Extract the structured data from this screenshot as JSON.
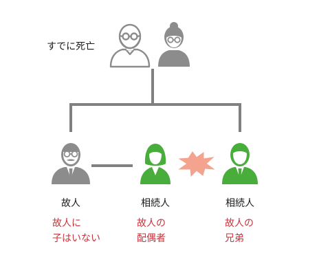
{
  "deceased_parents_label": "すでに死亡",
  "persons": [
    {
      "id": "deceased",
      "name": "故人",
      "notes": [
        "故人に",
        "子はいない"
      ]
    },
    {
      "id": "spouse",
      "name": "相続人",
      "notes": [
        "故人の",
        "配偶者"
      ]
    },
    {
      "id": "sibling",
      "name": "相続人",
      "notes": [
        "故人の",
        "兄弟"
      ]
    }
  ],
  "colors": {
    "line": "#808080",
    "gray_person": "#8c8c8c",
    "green_person": "#49ad3c",
    "conflict": "#f3a38e",
    "note_text": "#c8323a"
  },
  "icons": {
    "grandfather": "elderly-man-icon",
    "grandmother": "elderly-woman-icon",
    "deceased": "man-with-glasses-icon",
    "spouse": "woman-icon",
    "sibling": "man-icon",
    "conflict": "conflict-burst-icon"
  }
}
